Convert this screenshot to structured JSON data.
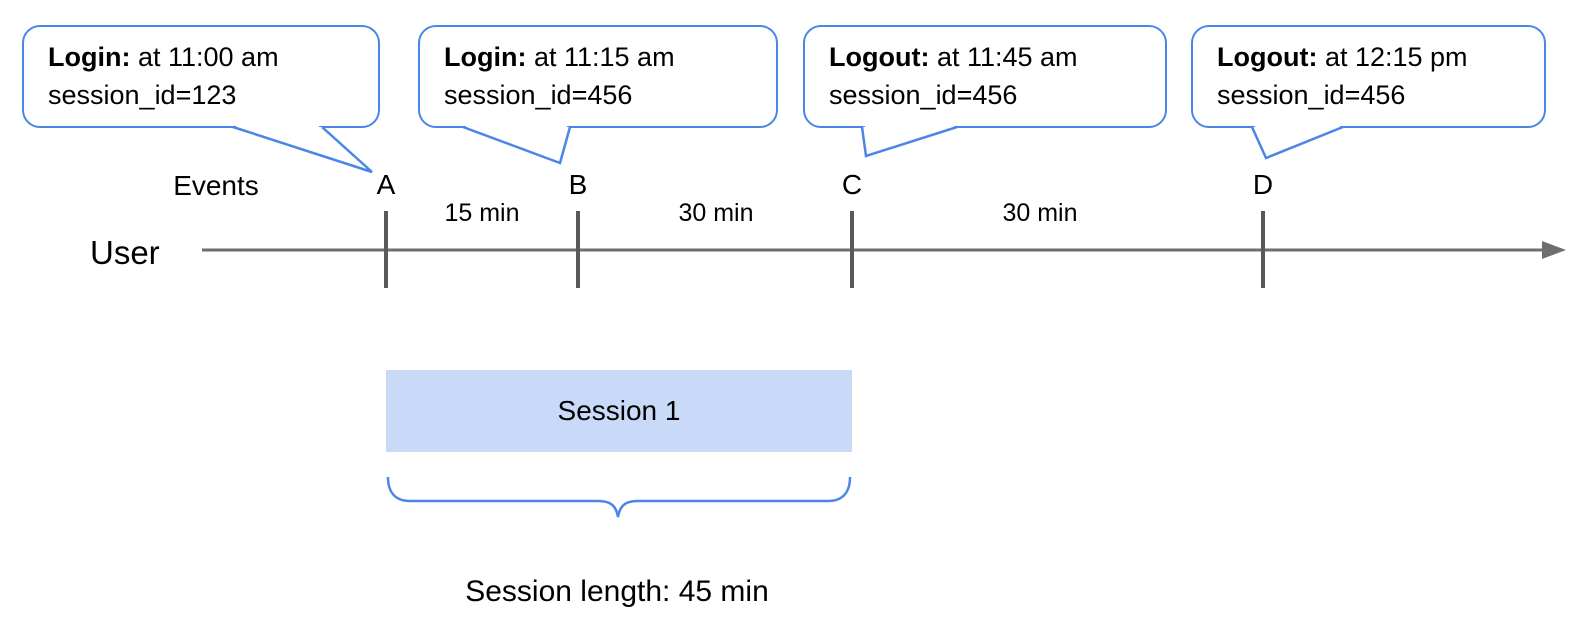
{
  "colors": {
    "accent_blue": "#4a86e8",
    "session_fill": "#c9daf8",
    "axis_gray": "#6e6e6e",
    "tick_gray": "#595959"
  },
  "callouts": [
    {
      "title": "Login:",
      "detail": " at 11:00 am",
      "line2": "session_id=123"
    },
    {
      "title": "Login:",
      "detail": " at 11:15 am",
      "line2": "session_id=456"
    },
    {
      "title": "Logout:",
      "detail": " at 11:45 am",
      "line2": "session_id=456"
    },
    {
      "title": "Logout:",
      "detail": " at 12:15 pm",
      "line2": "session_id=456"
    }
  ],
  "timeline": {
    "events_label": "Events",
    "axis_label": "User",
    "event_labels": [
      "A",
      "B",
      "C",
      "D"
    ],
    "intervals": [
      "15 min",
      "30 min",
      "30 min"
    ]
  },
  "session": {
    "label": "Session 1",
    "length_label": "Session length: 45 min"
  }
}
